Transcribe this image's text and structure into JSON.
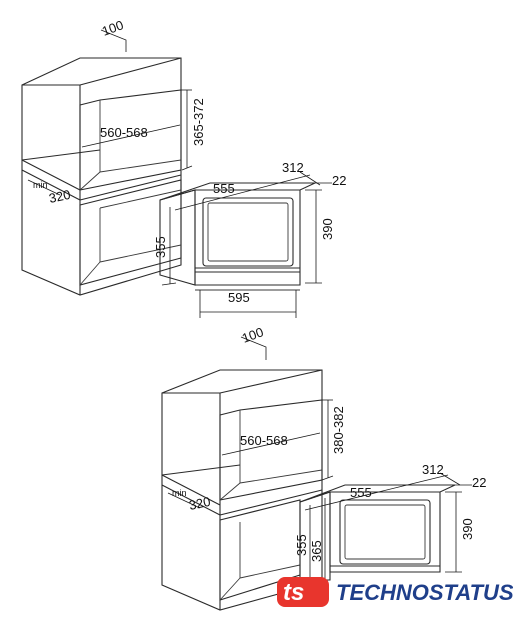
{
  "diagram_top": {
    "dim_depth_clearance": "100",
    "dim_niche_height": "365-372",
    "dim_niche_width": "560-568",
    "dim_min_depth_prefix": "min",
    "dim_min_depth": "320",
    "dim_appliance_width": "555",
    "dim_appliance_depth": "312",
    "dim_front_offset": "22",
    "dim_appliance_height": "390",
    "dim_body_height": "355",
    "dim_front_width": "595"
  },
  "diagram_bottom": {
    "dim_depth_clearance": "100",
    "dim_niche_height": "380-382",
    "dim_niche_width": "560-568",
    "dim_min_depth_prefix": "min",
    "dim_min_depth": "320",
    "dim_appliance_width": "555",
    "dim_appliance_depth": "312",
    "dim_front_offset": "22",
    "dim_appliance_height": "390",
    "dim_body_height": "355",
    "dim_body_height_2": "365"
  },
  "logo": {
    "mark": "ts",
    "text": "TECHNOSTATUS",
    "mark_color": "#e8352d",
    "text_color": "#1f3f8a"
  }
}
